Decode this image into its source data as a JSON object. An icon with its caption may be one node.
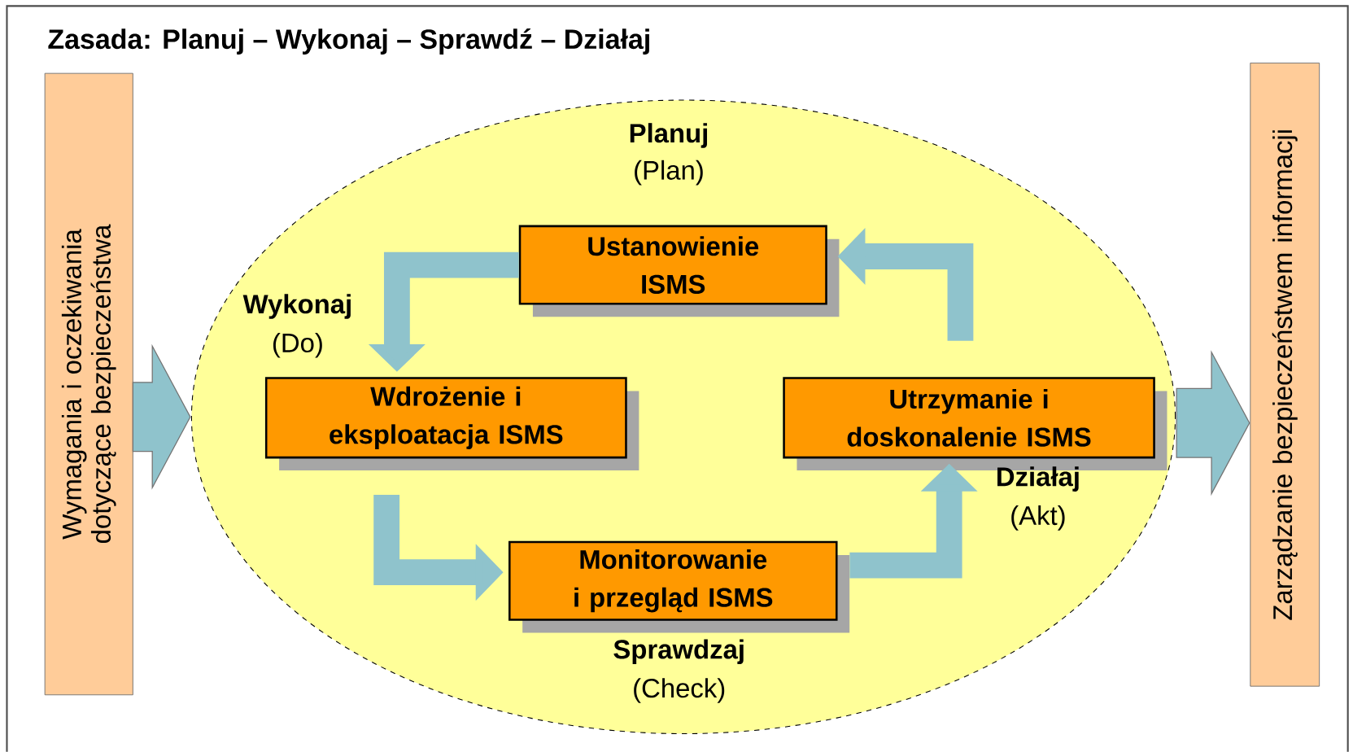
{
  "diagram": {
    "title": "Zasada: Planuj – Wykonaj – Sprawdź – Działaj",
    "nodes": [
      {
        "text": [
          "Wymagania i oczekiwania dotyczące bezpieczeństwa"
        ]
      },
      {
        "text": [],
        "shape": "ellipse"
      },
      {
        "text": [
          "Ustanowienie ISMS"
        ],
        "in": 1
      },
      {
        "text": [
          "Wdrożenie i eksploatacja ISMS"
        ],
        "in": 1
      },
      {
        "text": [
          "Utrzymanie i doskonalenie ISMS"
        ],
        "in": 1
      },
      {
        "text": [
          "Monitorowanie i przegląd ISMS"
        ],
        "in": 1
      },
      {
        "text": [
          "Zarządzanie bezpieczeństwem informacji"
        ]
      }
    ],
    "edges": [
      {
        "from": 0,
        "to": 1,
        "arrow": "to",
        "style": "thick"
      },
      {
        "from": 2,
        "to": 3,
        "arrow": "to"
      },
      {
        "from": 3,
        "to": 5,
        "arrow": "to"
      },
      {
        "from": 5,
        "to": 4,
        "arrow": "to"
      },
      {
        "from": 4,
        "to": 2,
        "arrow": "to"
      },
      {
        "from": 1,
        "to": 6,
        "arrow": "to",
        "style": "thick"
      }
    ],
    "labels": [
      "Planuj",
      "(Plan)",
      "Wykonaj",
      "(Do)",
      "Sprawdzaj",
      "(Check)",
      "Działaj",
      "(Akt)"
    ]
  }
}
